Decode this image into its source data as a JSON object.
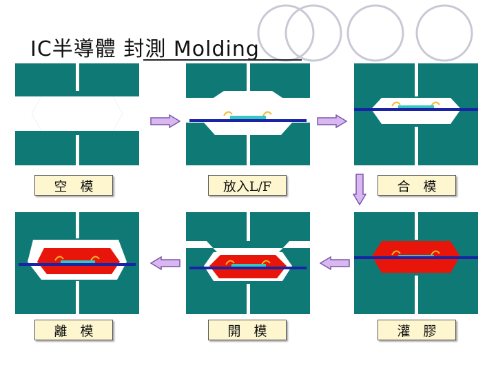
{
  "title": "IC半導體 封測  Molding",
  "colors": {
    "mold": "#0f7a75",
    "leadframe": "#1a22a6",
    "compound": "#e8150a",
    "die": "#36c7c0",
    "wire": "#f2b825",
    "arrow_fill": "#d9b8f2",
    "arrow_stroke": "#7a56a8",
    "label_bg": "#fdf6cf",
    "decor_circle": "#c9c9d6"
  },
  "steps": [
    {
      "label": "空　模"
    },
    {
      "label": "放入L/F"
    },
    {
      "label": "合　模"
    },
    {
      "label": "灌　膠"
    },
    {
      "label": "開　模"
    },
    {
      "label": "離　模"
    }
  ]
}
